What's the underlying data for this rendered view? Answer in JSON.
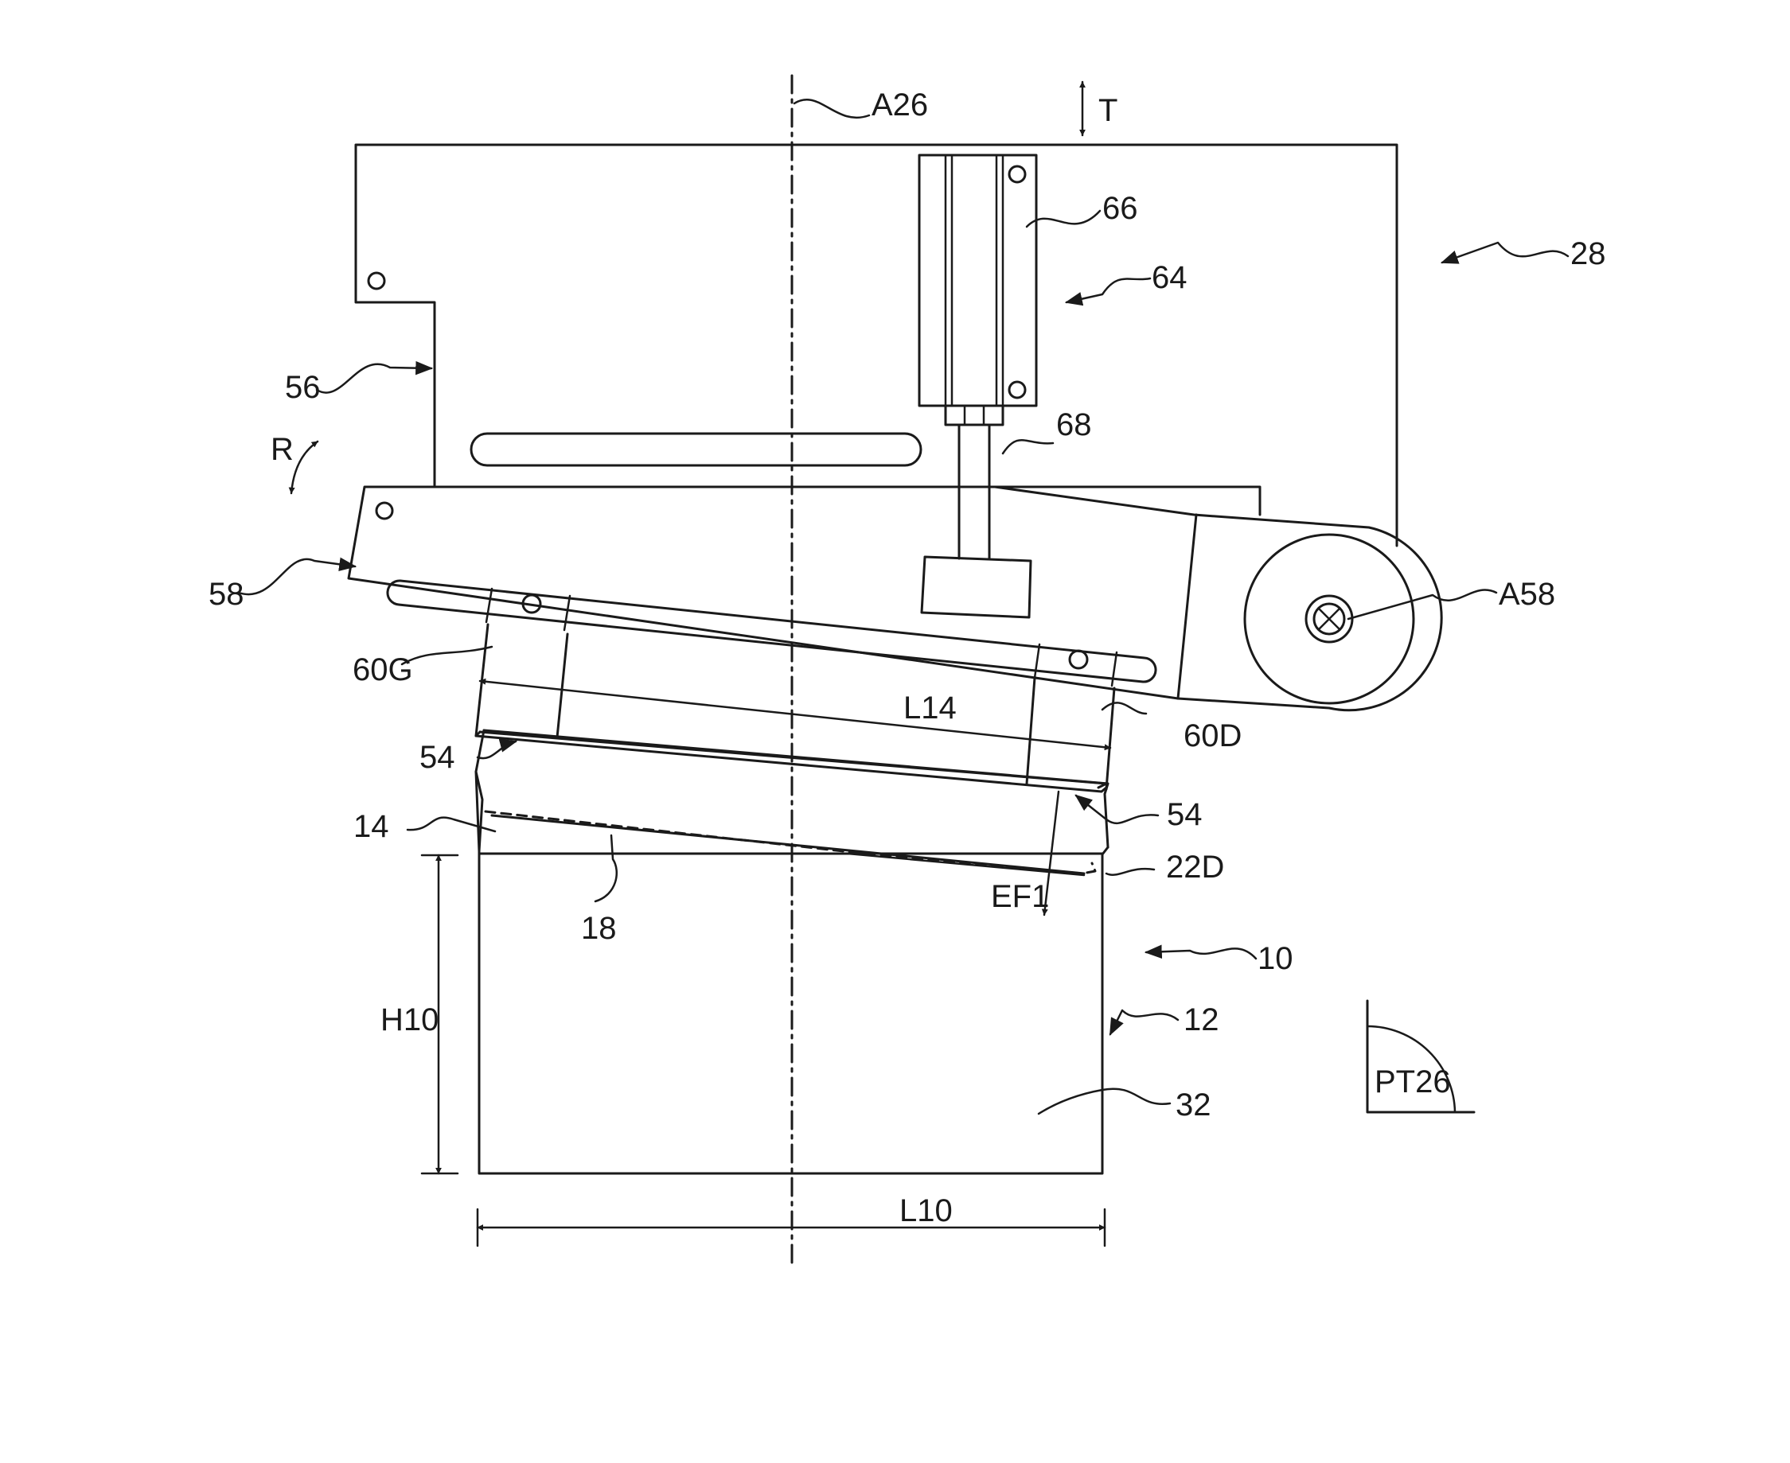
{
  "figure": {
    "labels": {
      "a26": "A26",
      "t": "T",
      "l28": "28",
      "l66": "66",
      "l64": "64",
      "l56": "56",
      "r": "R",
      "l68": "68",
      "l58": "58",
      "a58": "A58",
      "l60g": "60G",
      "l14len": "L14",
      "l60d": "60D",
      "l54a": "54",
      "l54b": "54",
      "l14": "14",
      "l22d": "22D",
      "ef1": "EF1",
      "l18": "18",
      "l10": "10",
      "h10": "H10",
      "l12": "12",
      "pt26": "PT26",
      "l32": "32",
      "l10len": "L10"
    }
  }
}
